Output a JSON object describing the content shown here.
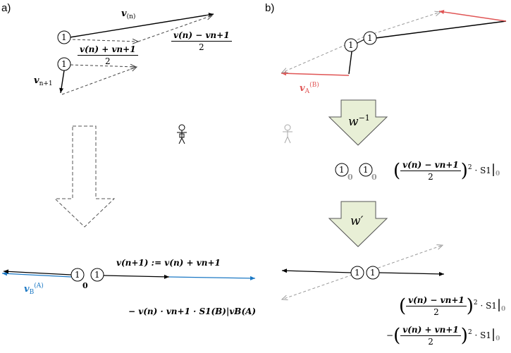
{
  "panels": {
    "a": "a)",
    "b": "b)"
  },
  "node_label": "1",
  "zero_label": "0",
  "a": {
    "v_n": {
      "base": "v",
      "sub": "(n)"
    },
    "diff_half": {
      "num": "v(n) − vn+1",
      "den": "2"
    },
    "sum_half": {
      "num": "v(n) + vn+1",
      "den": "2"
    },
    "v_n1": {
      "base": "v",
      "sub": "n+1"
    },
    "update_eq": "v(n+1) := v(n) + vn+1",
    "vB": {
      "base": "v",
      "sub": "B",
      "sup": "(A)"
    },
    "bottom_eq": "− v(n) · vn+1 · S1(B)|vB(A)"
  },
  "b": {
    "vA": {
      "base": "v",
      "sub": "A",
      "sup": "(B)"
    },
    "w_inverse": "w",
    "w_inverse_exp": "−1",
    "w_prime": "w′",
    "term_diff": {
      "num": "v(n) − vn+1",
      "den": "2",
      "factor": "· S1",
      "eval": "0"
    },
    "term_sum": {
      "sign": "−",
      "num": "v(n) + vn+1",
      "den": "2",
      "factor": "· S1",
      "eval": "0"
    }
  },
  "colors": {
    "red": "#e05555",
    "blue": "#1b78c4",
    "arrow_fill": "#e8efd6",
    "gray": "#9a9a9a"
  }
}
